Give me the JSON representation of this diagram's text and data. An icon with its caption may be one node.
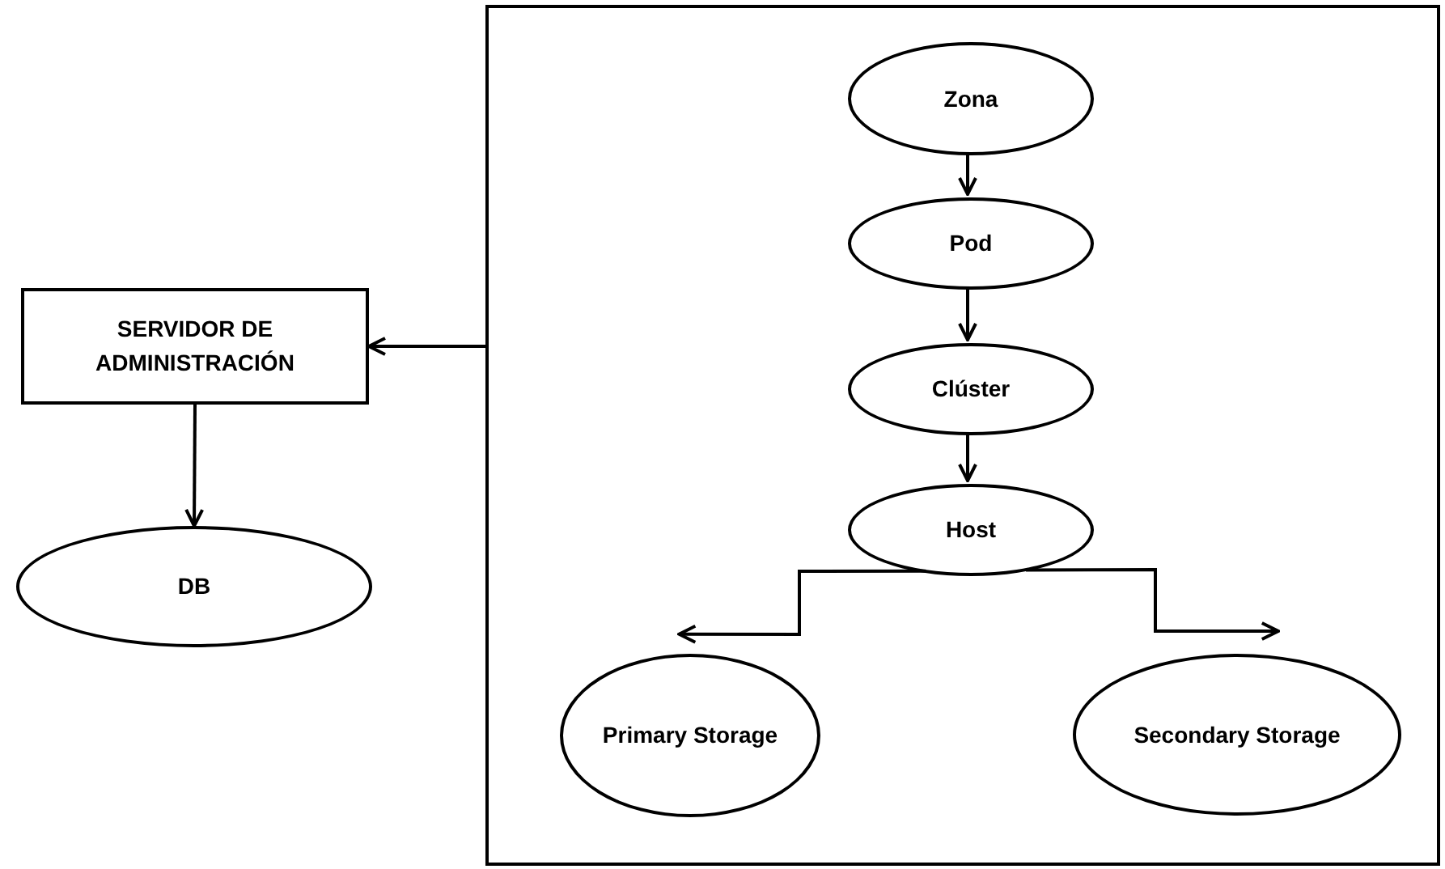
{
  "diagram": {
    "nodes": [
      {
        "text": [],
        "shape": "box"
      },
      {
        "text": [
          "SERVIDOR DE ADMINISTRACIÓN"
        ]
      },
      {
        "text": [
          "DB"
        ]
      },
      {
        "text": [
          "Zona"
        ],
        "in": 0
      },
      {
        "text": [
          "Pod"
        ],
        "in": 0
      },
      {
        "text": [
          "Clúster"
        ],
        "in": 0
      },
      {
        "text": [
          "Host"
        ],
        "in": 0
      },
      {
        "text": [
          "Primary Storage"
        ],
        "in": 0
      },
      {
        "text": [
          "Secondary Storage"
        ],
        "in": 0
      }
    ],
    "edges": [
      {
        "from": 0,
        "to": 1,
        "arrow": "to"
      },
      {
        "from": 1,
        "to": 2,
        "arrow": "to"
      },
      {
        "from": 3,
        "to": 4,
        "arrow": "to"
      },
      {
        "from": 4,
        "to": 5,
        "arrow": "to"
      },
      {
        "from": 5,
        "to": 6,
        "arrow": "to"
      },
      {
        "from": 6,
        "to": 7,
        "arrow": "to"
      },
      {
        "from": 6,
        "to": 8,
        "arrow": "to"
      }
    ]
  }
}
